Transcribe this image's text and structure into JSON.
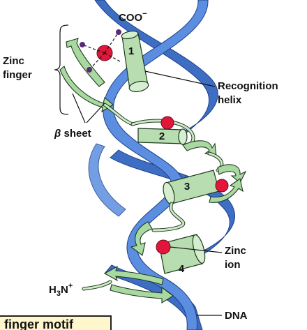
{
  "labels": {
    "coo": "COO",
    "coo_charge": "−",
    "zinc_finger_line1": "Zinc",
    "zinc_finger_line2": "finger",
    "recognition_line1": "Recognition",
    "recognition_line2": "helix",
    "beta_symbol": "β",
    "beta_word": " sheet",
    "zinc_ion_line1": "Zinc",
    "zinc_ion_line2": "ion",
    "h3n": "H",
    "h3n_sub": "3",
    "h3n_n": "N",
    "h3n_charge": "+",
    "dna": "DNA"
  },
  "helix_numbers": [
    "1",
    "2",
    "3",
    "4"
  ],
  "caption": "finger motif",
  "colors": {
    "dna": "#4a7fd6",
    "protein": "#b7ddb0",
    "zinc_ion": "#e0163a",
    "ligand": "#5a2a7a",
    "caption_bg": "#fff6cc"
  }
}
